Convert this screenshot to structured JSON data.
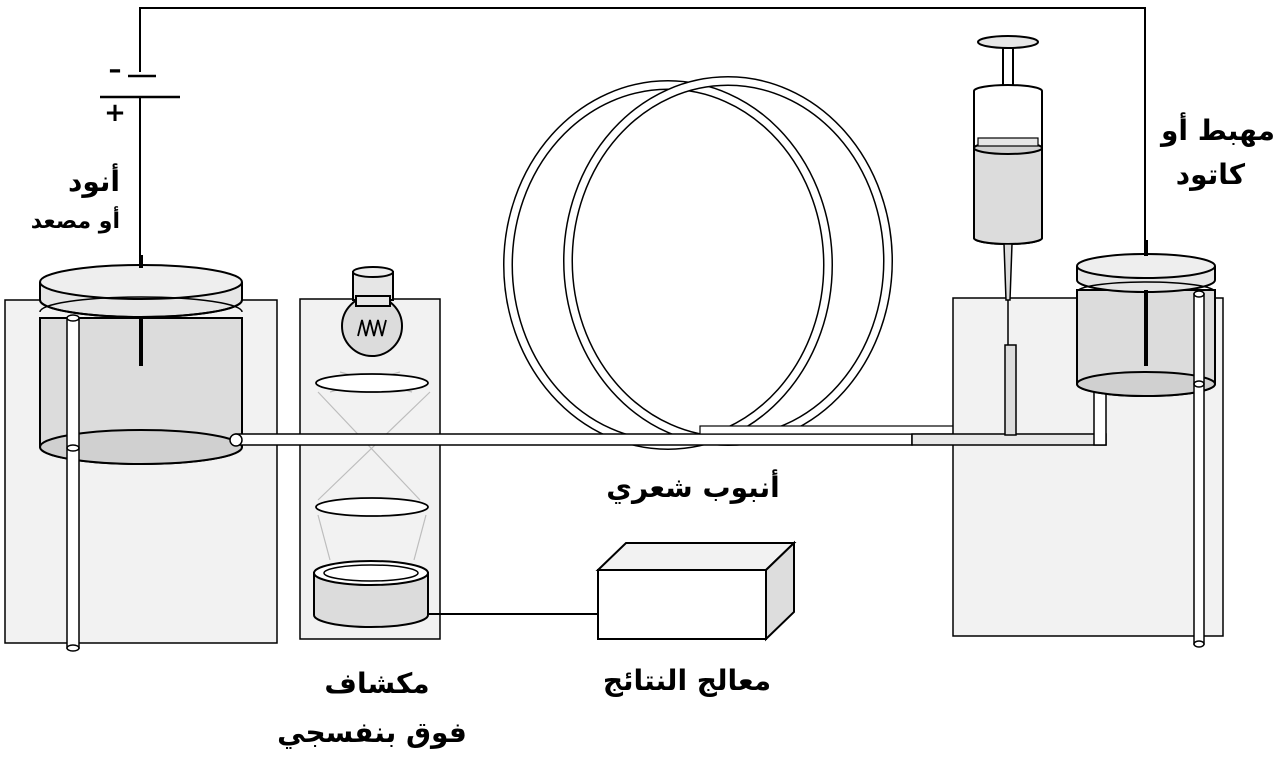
{
  "labels": {
    "anode": "أنود",
    "anode_alt": "أو مصعد",
    "cathode_line1": "مهبط أو",
    "cathode_line2": "كاتود",
    "capillary": "أنبوب شعري",
    "detector_line1": "مكشاف",
    "detector_line2": "فوق بنفسجي",
    "processor": "معالج النتائج",
    "minus_sign": "–",
    "plus_sign": "+"
  },
  "colors": {
    "stroke": "#000000",
    "panel_fill": "#f2f2f2",
    "liquid_fill": "#dcdcdc",
    "lid_fill": "#e6e6e6",
    "tube_fill": "#ffffff"
  }
}
